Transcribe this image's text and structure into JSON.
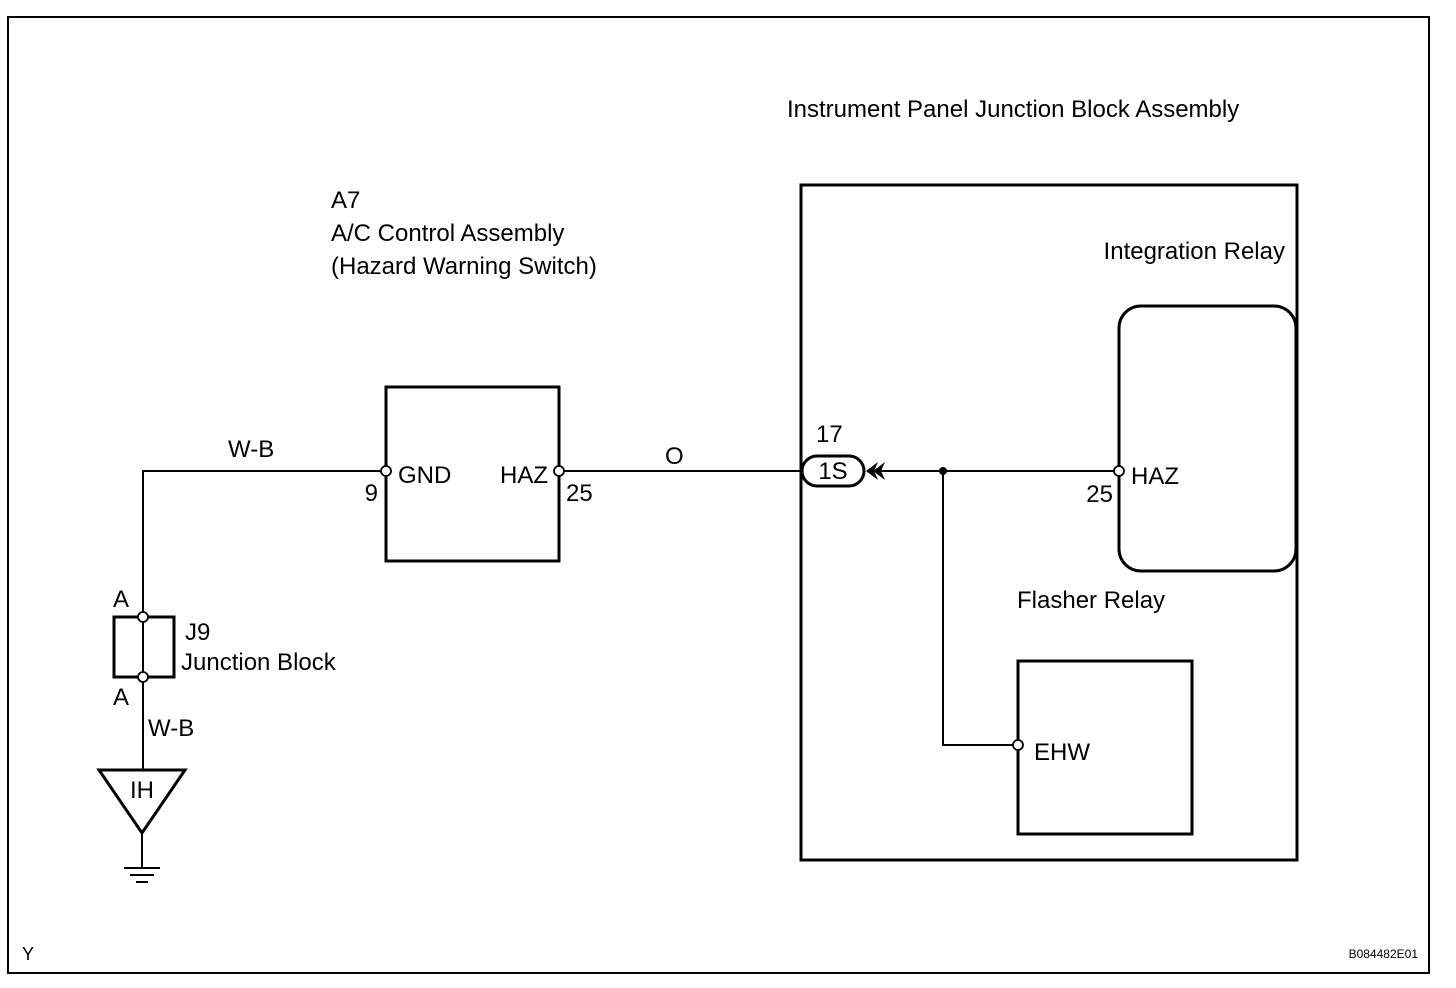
{
  "blocks": {
    "panel": {
      "title": "Instrument Panel Junction Block Assembly"
    },
    "ac_control": {
      "code": "A7",
      "name": "A/C Control Assembly",
      "subname": "(Hazard Warning Switch)",
      "pin_gnd": "GND",
      "pin_gnd_no": "9",
      "pin_haz": "HAZ",
      "pin_haz_no": "25"
    },
    "integration_relay": {
      "name": "Integration Relay",
      "pin": "HAZ",
      "pin_no": "25"
    },
    "flasher_relay": {
      "name": "Flasher Relay",
      "pin": "EHW"
    },
    "junction_block": {
      "code": "J9",
      "name": "Junction Block",
      "top_pin": "A",
      "bottom_pin": "A"
    },
    "connector": {
      "pin_no": "17",
      "code": "1S"
    },
    "ground": {
      "code": "IH"
    }
  },
  "wires": {
    "ground_top": "W-B",
    "ground_bottom": "W-B",
    "haz_line": "O"
  },
  "footer": {
    "left": "Y",
    "right": "B084482E01"
  }
}
